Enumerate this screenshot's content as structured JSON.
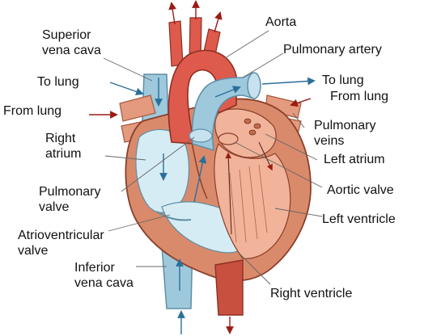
{
  "colors": {
    "muscle": "#d98a6b",
    "muscle_light": "#f1b39a",
    "muscle_dark": "#c06a4e",
    "aorta": "#de5a4c",
    "vein_blue": "#9ec9dc",
    "vein_light": "#d6ecf4",
    "arrow_red": "#9b1b14",
    "arrow_blue": "#2a6f9c",
    "leader": "#666666"
  },
  "labels": {
    "aorta": "Aorta",
    "pulmonary_artery": "Pulmonary artery",
    "superior_vena_cava": [
      "Superior",
      "vena cava"
    ],
    "to_lung_left": "To lung",
    "from_lung_left": "From lung",
    "to_lung_right": "To lung",
    "from_lung_right": "From lung",
    "pulmonary_veins": [
      "Pulmonary",
      "veins"
    ],
    "right_atrium": [
      "Right",
      "atrium"
    ],
    "left_atrium": "Left atrium",
    "aortic_valve": "Aortic valve",
    "pulmonary_valve": [
      "Pulmonary",
      "valve"
    ],
    "left_ventricle": "Left ventricle",
    "atrioventricular_valve": [
      "Atrioventricular",
      "valve"
    ],
    "inferior_vena_cava": [
      "Inferior",
      "vena cava"
    ],
    "right_ventricle": "Right ventricle"
  }
}
